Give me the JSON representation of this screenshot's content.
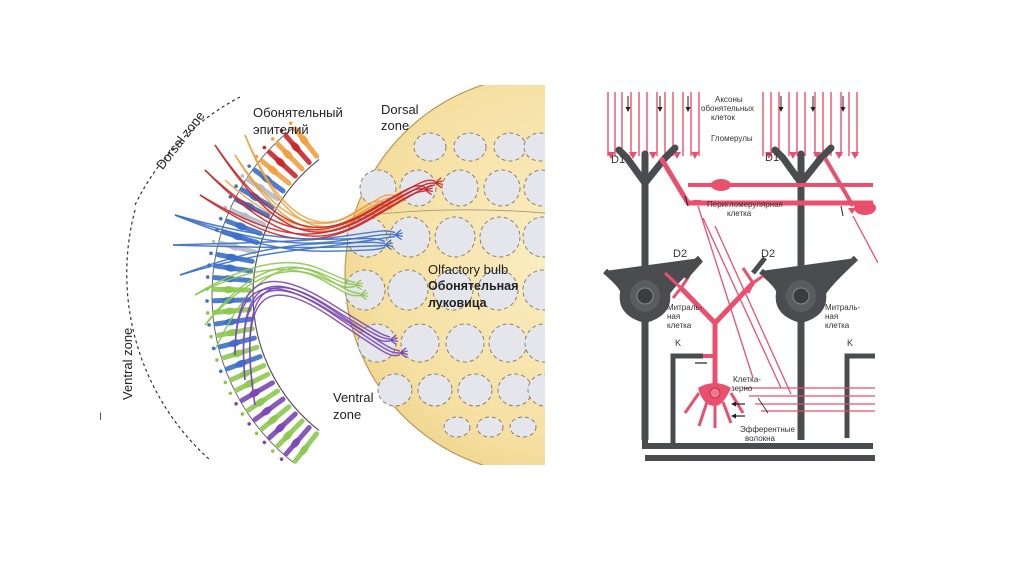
{
  "slide": {
    "left_figure": {
      "labels": {
        "epithelium_line1": "Обонятельный",
        "epithelium_line2": "эпителий",
        "dorsal_zone_arc": "Dorsal zone",
        "ventral_zone_arc": "Ventral zone",
        "bulb_dorsal_line1": "Dorsal",
        "bulb_dorsal_line2": "zone",
        "bulb_ventral_line1": "Ventral",
        "bulb_ventral_line2": "zone",
        "olfactory_bulb_en": "Olfactory bulb",
        "olfactory_bulb_ru_line1": "Обонятельная",
        "olfactory_bulb_ru_line2": "луковица",
        "stray_mark": "I"
      },
      "colors": {
        "orange": "#f0a040",
        "red": "#c8282c",
        "blue": "#3c70c8",
        "green": "#8cc850",
        "purple": "#7a48b4",
        "grey_cell": "#b4bcc8",
        "bulb_fill": "#f5dfa0",
        "glomerulus": "#e4e6ec"
      }
    },
    "right_figure": {
      "labels": {
        "axons_line1": "Аксоны",
        "axons_line2": "обонятельных",
        "axons_line3": "клеток",
        "glomeruli": "Гломерулы",
        "d1_left": "D1",
        "d1_right": "D1",
        "periglomerular_line1": "Перигломерулярная",
        "periglomerular_line2": "клетка",
        "d2_left": "D2",
        "d2_right": "D2",
        "mitral_left_line1": "Митраль-",
        "mitral_left_line2": "ная",
        "mitral_left_line3": "клетка",
        "mitral_right_line1": "Митраль-",
        "mitral_right_line2": "ная",
        "mitral_right_line3": "клетка",
        "k_left": "K",
        "k_right": "K",
        "granule_line1": "Клетка-",
        "granule_line2": "зерно",
        "efferent_line1": "Эфферентные",
        "efferent_line2": "волокна"
      },
      "colors": {
        "pink": "#e8506e",
        "dark_grey": "#4a4c50",
        "mid_grey": "#6c6e72"
      }
    }
  }
}
